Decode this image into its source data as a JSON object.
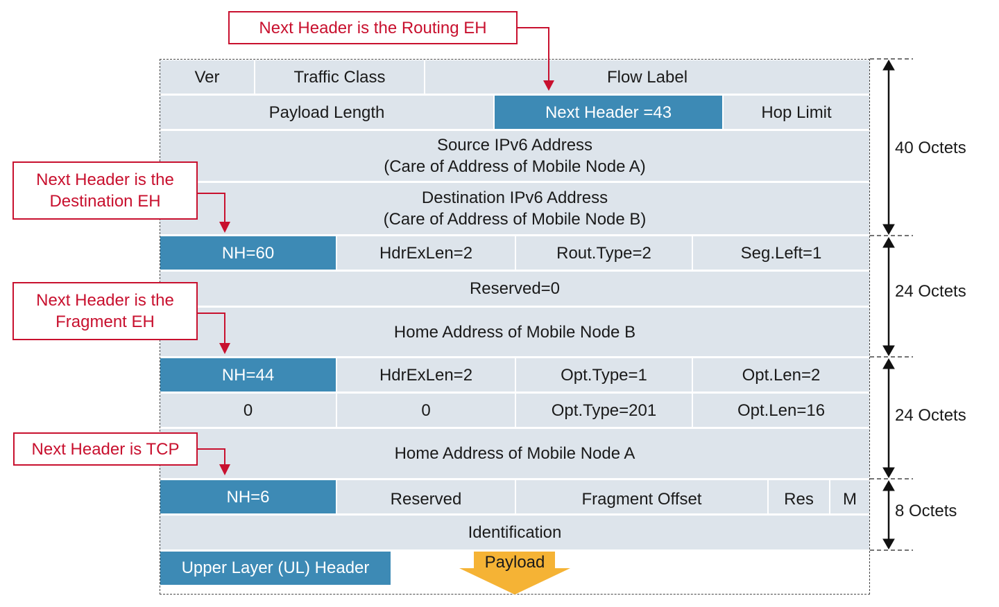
{
  "callouts": {
    "routing": "Next Header is the Routing EH",
    "destination_line1": "Next Header is the",
    "destination_line2": "Destination EH",
    "fragment_line1": "Next Header is the",
    "fragment_line2": "Fragment EH",
    "tcp": "Next Header is TCP"
  },
  "ipv6_header": {
    "ver": "Ver",
    "traffic_class": "Traffic Class",
    "flow_label": "Flow Label",
    "payload_length": "Payload Length",
    "next_header": "Next Header =43",
    "hop_limit": "Hop Limit",
    "source_line1": "Source IPv6 Address",
    "source_line2": "(Care of Address of Mobile Node A)",
    "dest_line1": "Destination IPv6 Address",
    "dest_line2": "(Care of Address of Mobile Node B)"
  },
  "routing_eh": {
    "nh": "NH=60",
    "hdr_ex_len": "HdrExLen=2",
    "rout_type": "Rout.Type=2",
    "seg_left": "Seg.Left=1",
    "reserved": "Reserved=0",
    "home_address": "Home Address of Mobile Node B"
  },
  "destination_eh": {
    "nh": "NH=44",
    "hdr_ex_len": "HdrExLen=2",
    "opt_type_1": "Opt.Type=1",
    "opt_len_2": "Opt.Len=2",
    "zero_a": "0",
    "zero_b": "0",
    "opt_type_201": "Opt.Type=201",
    "opt_len_16": "Opt.Len=16",
    "home_address": "Home Address of Mobile Node A"
  },
  "fragment_eh": {
    "nh": "NH=6",
    "reserved": "Reserved",
    "fragment_offset": "Fragment Offset",
    "res": "Res",
    "m": "M",
    "identification": "Identification"
  },
  "upper_layer": {
    "ul_header": "Upper Layer (UL) Header",
    "payload": "Payload"
  },
  "sizes": {
    "ipv6": "40 Octets",
    "routing": "24 Octets",
    "destination": "24 Octets",
    "fragment": "8 Octets"
  },
  "colors": {
    "cell_bg": "#dde4eb",
    "highlight": "#3d8ab5",
    "callout": "#c8102e",
    "payload_arrow": "#f5b335"
  }
}
